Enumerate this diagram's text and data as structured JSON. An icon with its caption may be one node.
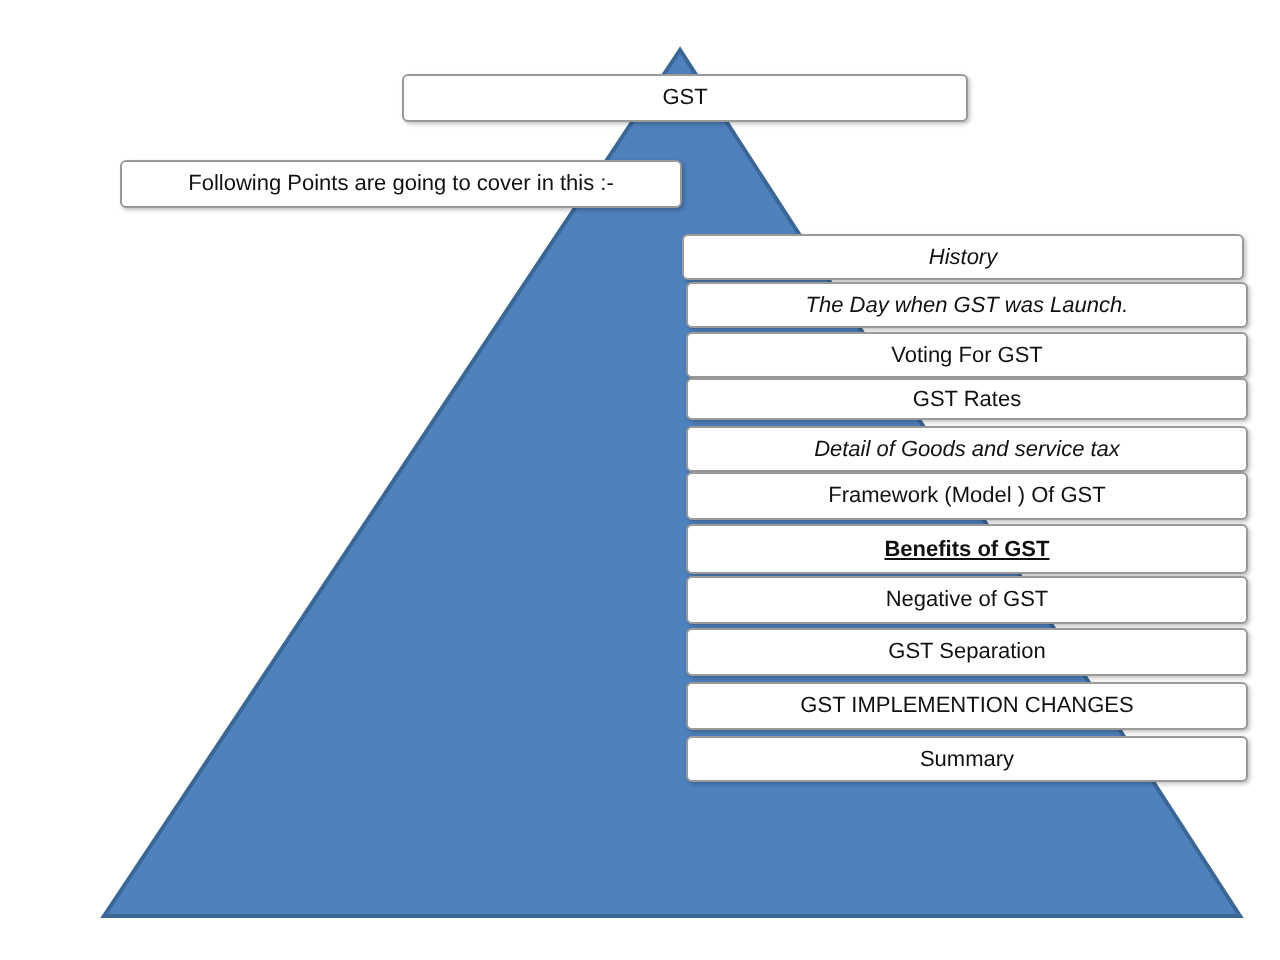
{
  "diagram": {
    "nodes": [
      {
        "text": [
          "GST"
        ]
      },
      {
        "text": [
          "Following  Points are going to cover in this :-"
        ]
      },
      {
        "text": [
          "History"
        ]
      },
      {
        "text": [
          "The Day when GST was Launch."
        ]
      },
      {
        "text": [
          "Voting For GST"
        ]
      },
      {
        "text": [
          "GST Rates"
        ]
      },
      {
        "text": [
          "Detail  of  Goods and service  tax"
        ]
      },
      {
        "text": [
          "Framework  (Model ) Of GST"
        ]
      },
      {
        "text": [
          "Benefits of GST"
        ]
      },
      {
        "text": [
          "Negative of GST"
        ]
      },
      {
        "text": [
          "GST Separation"
        ]
      },
      {
        "text": [
          "GST IMPLEMENTION  CHANGES"
        ]
      },
      {
        "text": [
          "Summary"
        ]
      }
    ],
    "edges": []
  }
}
